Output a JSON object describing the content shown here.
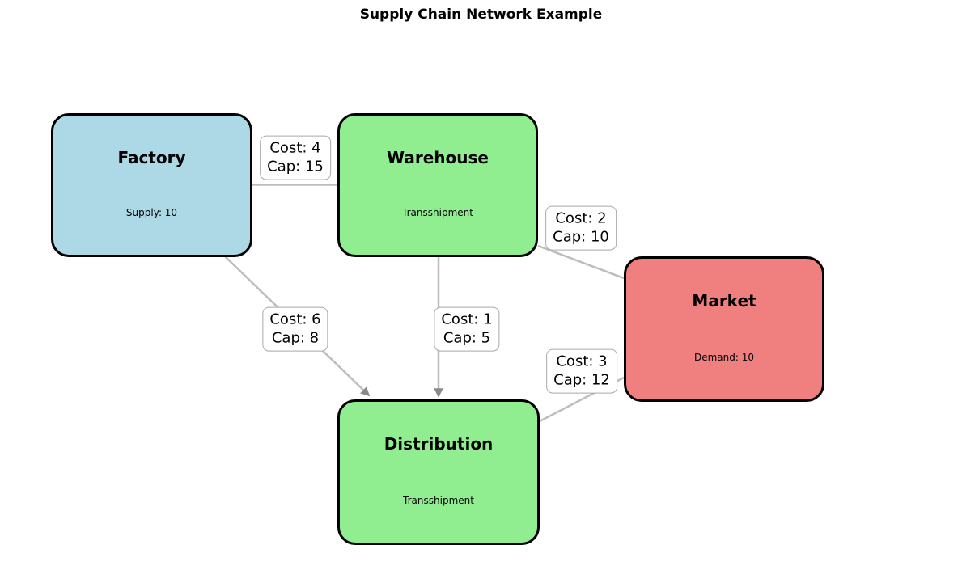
{
  "diagram": {
    "title": "Supply Chain Network Example",
    "background": "#ffffff",
    "edge_color": "#bdbdbd",
    "node_border_color": "#000000",
    "nodes": [
      {
        "id": "factory",
        "label": "Factory",
        "sublabel": "Supply: 10",
        "color": "#add8e6"
      },
      {
        "id": "warehouse",
        "label": "Warehouse",
        "sublabel": "Transshipment",
        "color": "#90ee90"
      },
      {
        "id": "market",
        "label": "Market",
        "sublabel": "Demand: 10",
        "color": "#f08080"
      },
      {
        "id": "distribution",
        "label": "Distribution",
        "sublabel": "Transshipment",
        "color": "#90ee90"
      }
    ],
    "edges": [
      {
        "from": "Factory",
        "to": "Warehouse",
        "cost": 4,
        "capacity": 15,
        "cost_label": "Cost: 4",
        "cap_label": "Cap: 15"
      },
      {
        "from": "Factory",
        "to": "Distribution",
        "cost": 6,
        "capacity": 8,
        "cost_label": "Cost: 6",
        "cap_label": "Cap: 8"
      },
      {
        "from": "Warehouse",
        "to": "Distribution",
        "cost": 1,
        "capacity": 5,
        "cost_label": "Cost: 1",
        "cap_label": "Cap: 5"
      },
      {
        "from": "Warehouse",
        "to": "Market",
        "cost": 2,
        "capacity": 10,
        "cost_label": "Cost: 2",
        "cap_label": "Cap: 10"
      },
      {
        "from": "Distribution",
        "to": "Market",
        "cost": 3,
        "capacity": 12,
        "cost_label": "Cost: 3",
        "cap_label": "Cap: 12"
      }
    ]
  }
}
